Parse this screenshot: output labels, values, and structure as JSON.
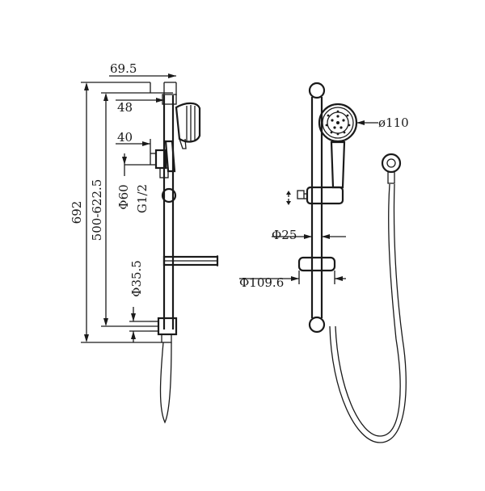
{
  "side_view": {
    "dim_width_top": "69.5",
    "dim_arm": "48",
    "dim_bracket": "40",
    "dim_overall_height": "692",
    "dim_adjust_range": "500-622.5",
    "dim_holder_dia": "Φ60",
    "dim_thread": "G1/2",
    "dim_outlet_dia": "Φ35.5"
  },
  "front_view": {
    "dim_head_dia": "ø110",
    "dim_rail_dia": "Φ25",
    "dim_soap_dish": "Φ109.6"
  }
}
